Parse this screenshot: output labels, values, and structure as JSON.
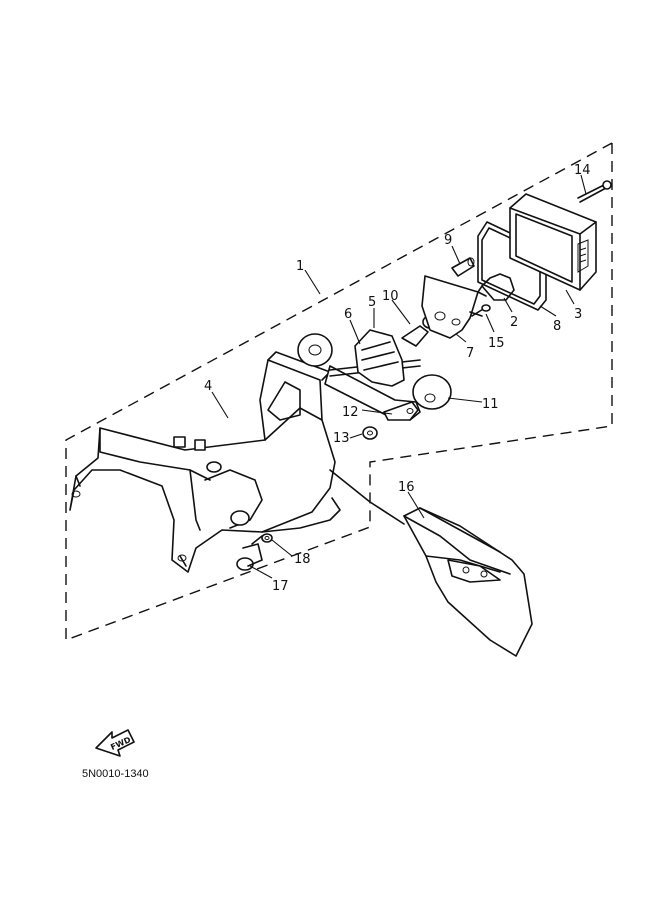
{
  "diagram": {
    "drawing_code": "5N0010-1340",
    "fwd_label": "FWD",
    "callouts": [
      "1",
      "2",
      "3",
      "4",
      "5",
      "6",
      "7",
      "8",
      "9",
      "10",
      "11",
      "12",
      "13",
      "14",
      "15",
      "16",
      "17",
      "18"
    ]
  }
}
